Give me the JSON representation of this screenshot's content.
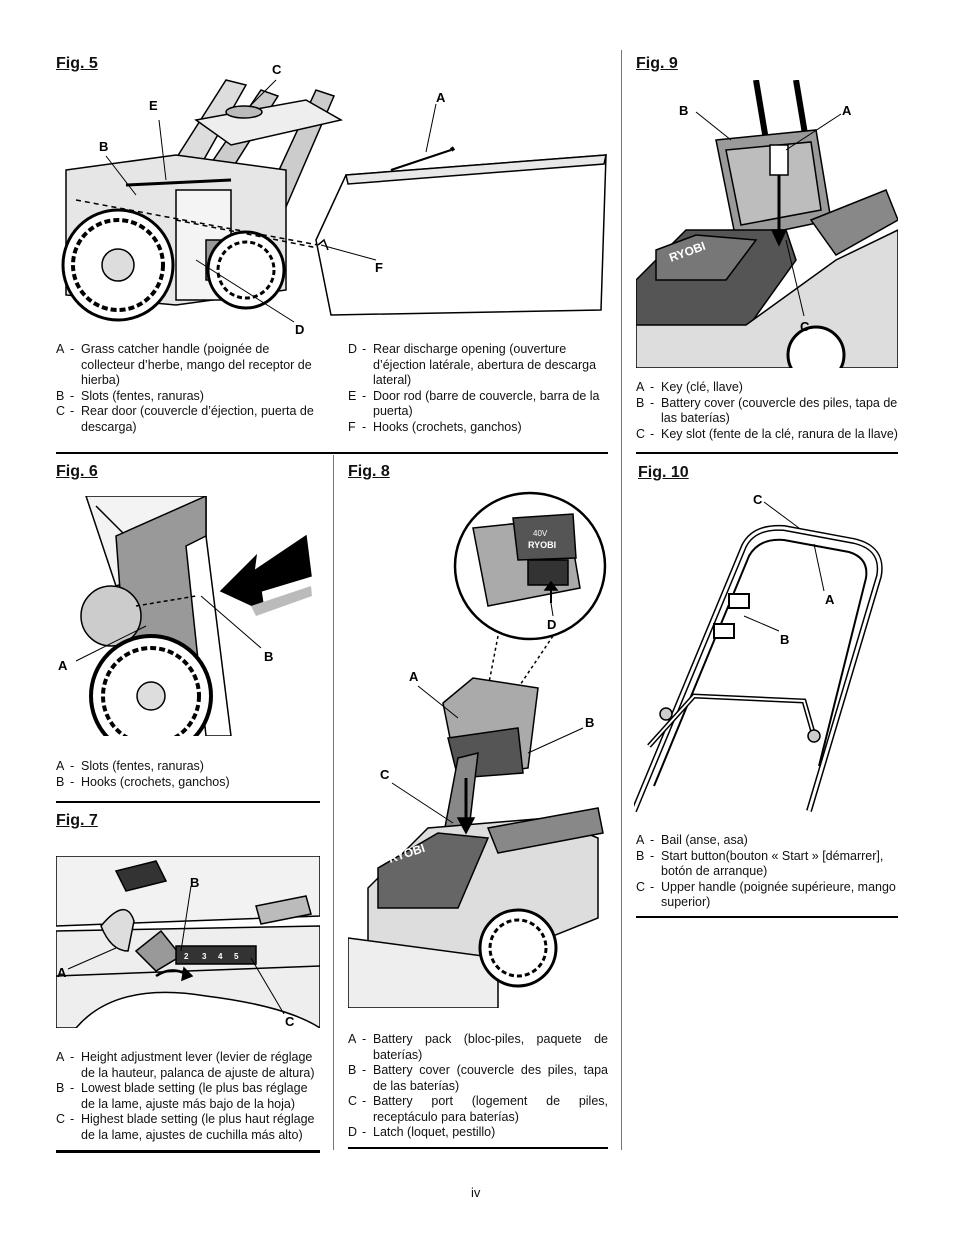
{
  "figures": {
    "fig5": {
      "title": "Fig. 5",
      "callouts": {
        "a": "A",
        "b": "B",
        "c": "C",
        "d": "D",
        "e": "E",
        "f": "F"
      },
      "legend_left": [
        {
          "letter": "A",
          "text": "Grass catcher handle (poignée de collecteur d’herbe, mango del receptor de hierba)"
        },
        {
          "letter": "B",
          "text": "Slots (fentes, ranuras)"
        },
        {
          "letter": "C",
          "text": "Rear door (couvercle d’éjection, puerta de descarga)"
        }
      ],
      "legend_right": [
        {
          "letter": "D",
          "text": "Rear discharge opening (ouverture d’éjection latérale, abertura de descarga lateral)"
        },
        {
          "letter": "E",
          "text": "Door rod (barre de couvercle, barra de la puerta)"
        },
        {
          "letter": "F",
          "text": "Hooks (crochets, ganchos)"
        }
      ]
    },
    "fig9": {
      "title": "Fig. 9",
      "callouts": {
        "a": "A",
        "b": "B",
        "c": "C"
      },
      "logo_text": "RYOBI",
      "legend": [
        {
          "letter": "A",
          "text": "Key (clé, llave)"
        },
        {
          "letter": "B",
          "text": "Battery cover (couvercle des piles, tapa de las baterías)"
        },
        {
          "letter": "C",
          "text": "Key slot (fente de la clé, ranura de la llave)"
        }
      ]
    },
    "fig6": {
      "title": "Fig. 6",
      "callouts": {
        "a": "A",
        "b": "B"
      },
      "legend": [
        {
          "letter": "A",
          "text": "Slots (fentes, ranuras)"
        },
        {
          "letter": "B",
          "text": "Hooks (crochets, ganchos)"
        }
      ]
    },
    "fig8": {
      "title": "Fig. 8",
      "callouts": {
        "a": "A",
        "b": "B",
        "c": "C",
        "d": "D"
      },
      "battery_label": "40V",
      "logo_text": "RYOBI",
      "legend": [
        {
          "letter": "A",
          "text": "Battery pack (bloc-piles, paquete de baterías)"
        },
        {
          "letter": "B",
          "text": "Battery cover (couvercle des piles, tapa de las baterías)"
        },
        {
          "letter": "C",
          "text": "Battery port (logement de piles, receptáculo para baterías)"
        },
        {
          "letter": "D",
          "text": "Latch (loquet, pestillo)"
        }
      ]
    },
    "fig10": {
      "title": "Fig. 10",
      "callouts": {
        "a": "A",
        "b": "B",
        "c": "C"
      },
      "legend": [
        {
          "letter": "A",
          "text": "Bail (anse, asa)"
        },
        {
          "letter": "B",
          "text": "Start button(bouton « Start » [démarrer], botón de arranque)"
        },
        {
          "letter": "C",
          "text": "Upper handle (poignée supérieure, mango superior)"
        }
      ]
    },
    "fig7": {
      "title": "Fig. 7",
      "callouts": {
        "a": "A",
        "b": "B",
        "c": "C"
      },
      "settings": [
        "2",
        "3",
        "4",
        "5"
      ],
      "legend": [
        {
          "letter": "A",
          "text": "Height adjustment lever (levier de réglage de la hauteur, palanca de ajuste de altura)"
        },
        {
          "letter": "B",
          "text": "Lowest blade setting (le plus bas réglage de la lame, ajuste más bajo de la hoja)"
        },
        {
          "letter": "C",
          "text": "Highest blade setting (le plus haut réglage de la lame, ajustes de cuchilla más alto)"
        }
      ]
    }
  },
  "page_number": "iv"
}
